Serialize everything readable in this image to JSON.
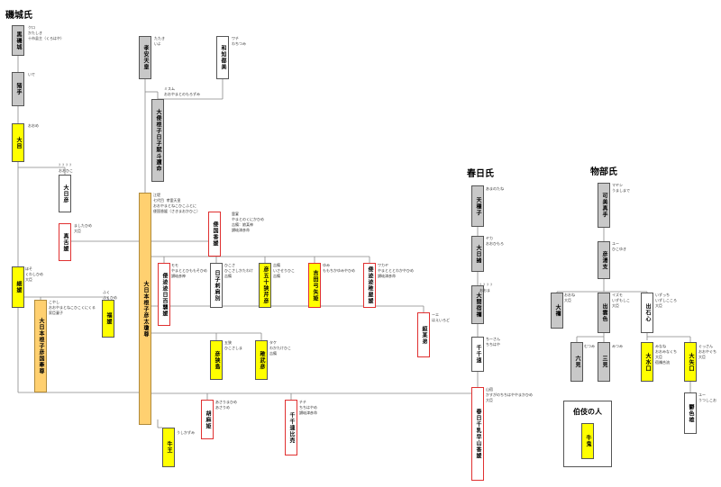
{
  "titles": {
    "isoki": "磯城氏",
    "kasuga": "春日氏",
    "mononobe": "物部氏"
  },
  "legend": {
    "title": "伯伎の人",
    "item": "牛鬼"
  },
  "people": {
    "kurokashiki": "黒磯城",
    "mikoto_jo": "猪手",
    "oome": "大目",
    "koan": "孝安天皇",
    "oyamato_neko": "大倭根子日子賦斗邇命",
    "yoshikai": "和知都美",
    "ohi": "大日彦",
    "ohiko_yahime": "真舌媛",
    "hosohime": "細媛",
    "oyamato_kami": "大日本根子彦国牽尊",
    "kuhime": "福媛",
    "korei": "大日本根子彦太瓊尊",
    "wakahiko": "倭国香媛",
    "yamatotohi": "倭迹迹日百襲媛",
    "hikosashikatawake": "日子刺肩別",
    "hikoisaseribiko": "彦五十狭芹彦",
    "wakayamutobe": "吉田弓矢姫",
    "yamatotowakayahime": "倭迹迹稚屋媛",
    "kuwashihime": "絙某弟",
    "hikosame": "彦狭島",
    "wakatakehiko": "稚武彦",
    "hayahime": "胡麻姫",
    "chichihayame": "千千速比売",
    "ushio": "牛王",
    "tenyo": "天種子",
    "ohidaka": "大日諸",
    "omigashiwa": "大間宿禰",
    "chichi_hayame2": "千千速",
    "kasugachihaya": "春日千乳早山香媛",
    "umashimade": "可美真手",
    "hikoyuki": "彦湯支",
    "oyane": "大禰",
    "izumo": "出雲色",
    "ishikokoro": "出石心",
    "roku": "六見",
    "sanmi": "三見",
    "oomizuguchi": "大水口",
    "oyaguchi": "大矢口",
    "tsushikio": "鬱色雄"
  },
  "notes": {
    "n_kurokashiki": "クロ\nかたしき\n十市县主（くろはや）",
    "n_inote": "いで",
    "n_oome": "おおめ",
    "n_koan": "たたき\nいよ",
    "n_oyamato": "ミスム\nおおやまとのもろずみ",
    "n_yoshikai": "ワチ\nわちつみ",
    "n_ohi": "？？？？\nおおひこ",
    "n_mashita": "ましたひめ\n大臣",
    "n_hosohime": "ほそ\nくわしひめ\n大臣",
    "n_oyamato_kuni": "こやし\nおおやまとねこひこくにくる\n家臣妻子",
    "n_kuhime": "ふく\nふくひめ",
    "n_korei": "江堤\n七代目  孝霊天皇\nおおやまとねこひこふとに\n倭国香媛（さきまおかひこ）",
    "n_wakahiko": "霊宴\nやまとのくにかひめ\n吉備：娘某神\n讃岐津彦命",
    "n_yamatoto": "モモ\nやまととひももそひめ\n讃岐彦神",
    "n_hikosashi": "ひこさ\nひこさしかたわけ\n吉備",
    "n_isaseri": "吉備\nいさせりひこ\n吉備",
    "n_yumiya": "ゆみ\nももちかゆみやひめ",
    "n_wakaya": "ワカヤ\nやまとととわかやひめ\n讃岐津彦命",
    "n_haekiro": "ーエ\nはえいろど",
    "n_sashima": "五狭\nひこさしま",
    "n_wakatake": "タケ\nわかたけひこ\n吉備",
    "n_hayahime": "あさりまひめ\nあさりめ",
    "n_chichi": "チチ\nちちはやめ\n讃岐津彦命",
    "n_ushio": "うしかずみ",
    "n_tenyo": "あまのたね",
    "n_ohidaka": "ヤカ\nおおひもろ",
    "n_omi": "？？？？\nおおま",
    "n_chichi2": "ちーさん\nちちはや",
    "n_kasugachi": "山宿\nかすがのちちはややまかひめ\n大臣",
    "n_umashi": "マヤシ\nうましまで",
    "n_hikoyuki": "ユー\nひこゆき",
    "n_oyane": "おおね\n大臣",
    "n_izumo": "イズモ\nいずもしこ\n大臣",
    "n_ishi": "いずっち\nいずしこころ\n大臣",
    "n_roku": "むつみ",
    "n_sanmi": "みつみ",
    "n_oomizu": "みなね\nおおみなくち\n大臣\n宿禰合流",
    "n_oyaguchi": "ぐっさん\nおおやぐち\n大臣",
    "n_tsushiko": "ユー\nうつしこお"
  }
}
